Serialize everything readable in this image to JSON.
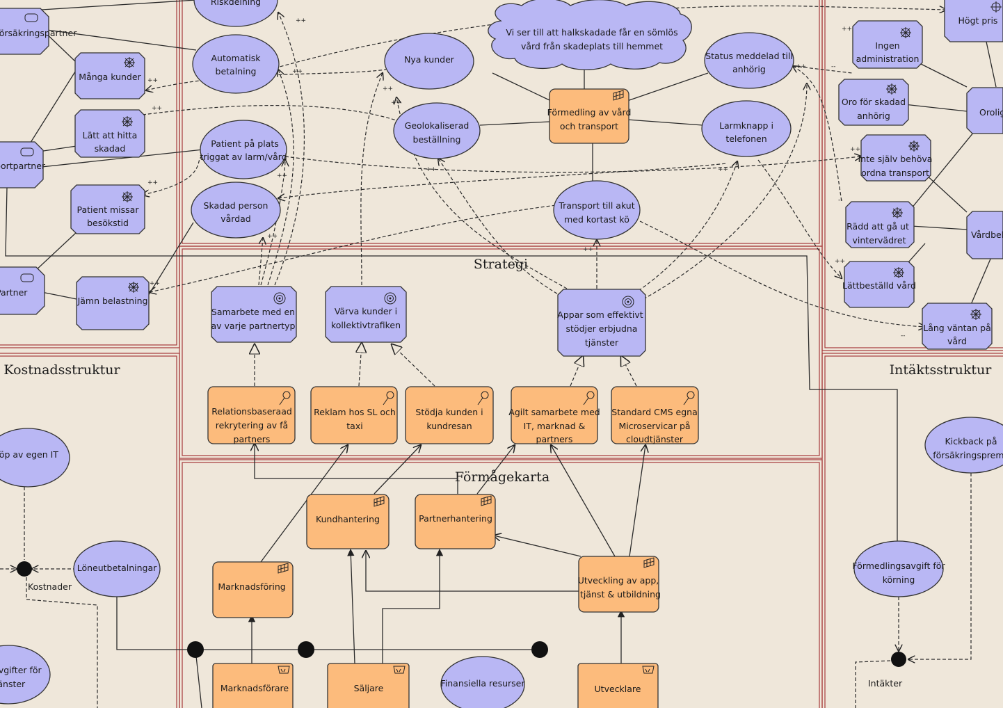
{
  "sections": {
    "strategi": "Strategi",
    "formagekarta": "Förmågekarta",
    "kostnadsstruktur": "Kostnadsstruktur",
    "intaktsstruktur": "Intäktsstruktur"
  },
  "nodes": {
    "riskdelning": "Riskdelning",
    "forsakringspartner": "Försäkringspartner",
    "transportpartner": "Transportpartner",
    "partner": "Partner",
    "manga_kunder": "Många kunder",
    "latt_hitta_1": "Lätt att hitta",
    "latt_hitta_2": "skadad",
    "missar_1": "Patient missar",
    "missar_2": "besökstid",
    "jamn": "Jämn belastning",
    "auto_1": "Automatisk",
    "auto_2": "betalning",
    "plats_1": "Patient på plats",
    "plats_2": "triggat av larm/vård",
    "skadad_1": "Skadad person",
    "skadad_2": "vårdad",
    "nya_kunder": "Nya kunder",
    "cloud_1": "Vi ser till att halkskadade får en sömlös",
    "cloud_2": "vård från skadeplats till hemmet",
    "status_1": "Status meddelad till",
    "status_2": "anhörig",
    "geo_1": "Geolokaliserad",
    "geo_2": "beställning",
    "formedling_1": "Förmedling av vård",
    "formedling_2": "och transport",
    "larm_1": "Larmknapp i",
    "larm_2": "telefonen",
    "transport_1": "Transport till akut",
    "transport_2": "med kortast kö",
    "hogt_pris": "Högt pris",
    "ingen_1": "Ingen",
    "ingen_2": "administration",
    "oro_1": "Oro för skadad",
    "oro_2": "anhörig",
    "orolig": "Orolig",
    "inte_1": "Inte själv behöva",
    "inte_2": "ordna transport",
    "radd_1": "Rädd att gå ut",
    "radd_2": "vintervädret",
    "vardbe": "Vårdbeh",
    "lattbestalld": "Lättbeställd vård",
    "lang_1": "Lång väntan på",
    "lang_2": "vård",
    "samarbete_1": "Samarbete med en",
    "samarbete_2": "av varje partnertyp",
    "varva_1": "Värva kunder i",
    "varva_2": "kollektivtrafiken",
    "appar_1": "Appar som effektivt",
    "appar_2": "stödjer erbjudna",
    "appar_3": "tjänster",
    "rel_1": "Relationsbaseraad",
    "rel_2": "rekrytering av få",
    "rel_3": "partners",
    "reklam_1": "Reklam hos SL och",
    "reklam_2": "taxi",
    "stodja_1": "Stödja kunden i",
    "stodja_2": "kundresan",
    "agilt_1": "Agilt samarbete med",
    "agilt_2": "IT, marknad &",
    "agilt_3": "partners",
    "std_1": "Standard CMS egna",
    "std_2": "Microservicar på",
    "std_3": "cloudtjänster",
    "kundhantering": "Kundhantering",
    "partnerhantering": "Partnerhantering",
    "marknadsforing": "Marknadsföring",
    "utv_1": "Utveckling av app,",
    "utv_2": "tjänst & utbildning",
    "marknadsforare": "Marknadsförare",
    "saljare": "Säljare",
    "finansiella": "Finansiella resurser",
    "utvecklare": "Utvecklare",
    "egen_it": "köp av egen IT",
    "lone": "Löneutbetalningar",
    "kostnader": "Kostnader",
    "avgift_1": "Avgifter för",
    "avgift_2": "tjänster",
    "kickback_1": "Kickback på",
    "kickback_2": "försäkringspremie",
    "formavgift_1": "Förmedlingsavgift för",
    "formavgift_2": "körning",
    "intakter": "Intäkter"
  },
  "colors": {
    "background": "#efe7da",
    "ellipse_fill": "#b9b7f4",
    "box_fill": "#fcbb7c",
    "frame": "#a63a3a"
  },
  "icons": [
    "goal-icon",
    "driver-icon",
    "function-icon",
    "principle-icon",
    "role-icon",
    "junction-icon"
  ]
}
